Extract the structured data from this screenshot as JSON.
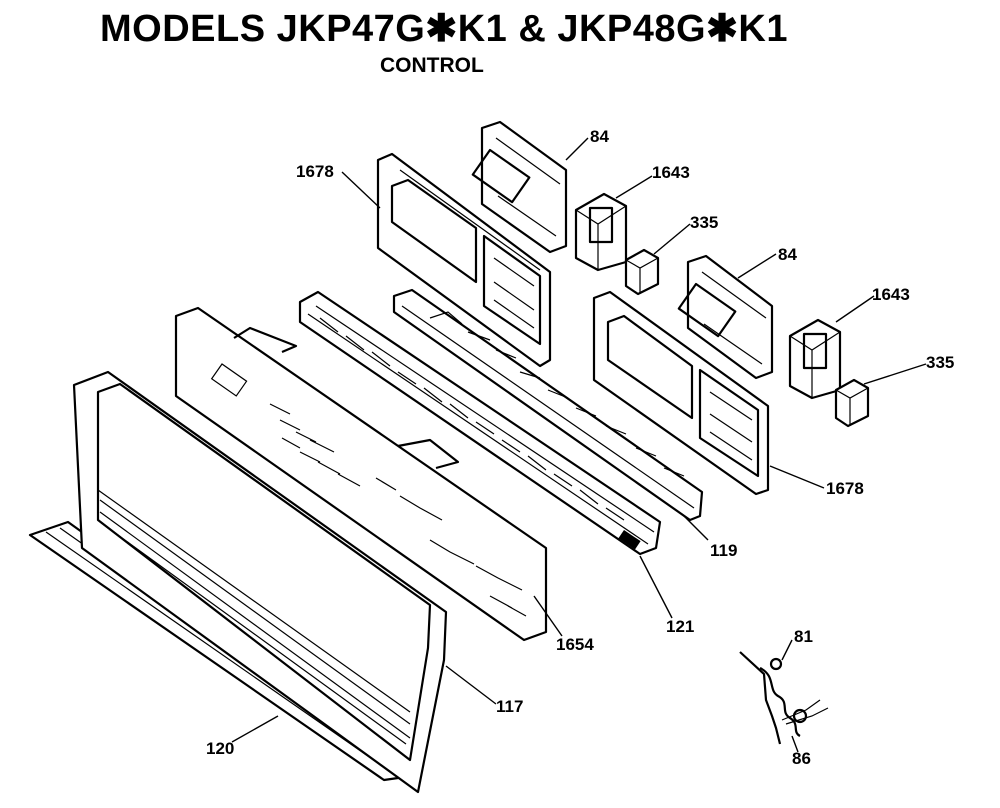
{
  "header": {
    "title": "MODELS JKP47G✱K1 & JKP48G✱K1",
    "subtitle": "CONTROL"
  },
  "callouts": {
    "p84a": "84",
    "p1643a": "1643",
    "p335a": "335",
    "p1678a": "1678",
    "p84b": "84",
    "p1643b": "1643",
    "p335b": "335",
    "p1678b": "1678",
    "p119": "119",
    "p121": "121",
    "p1654": "1654",
    "p117": "117",
    "p120": "120",
    "p81": "81",
    "p86": "86"
  }
}
